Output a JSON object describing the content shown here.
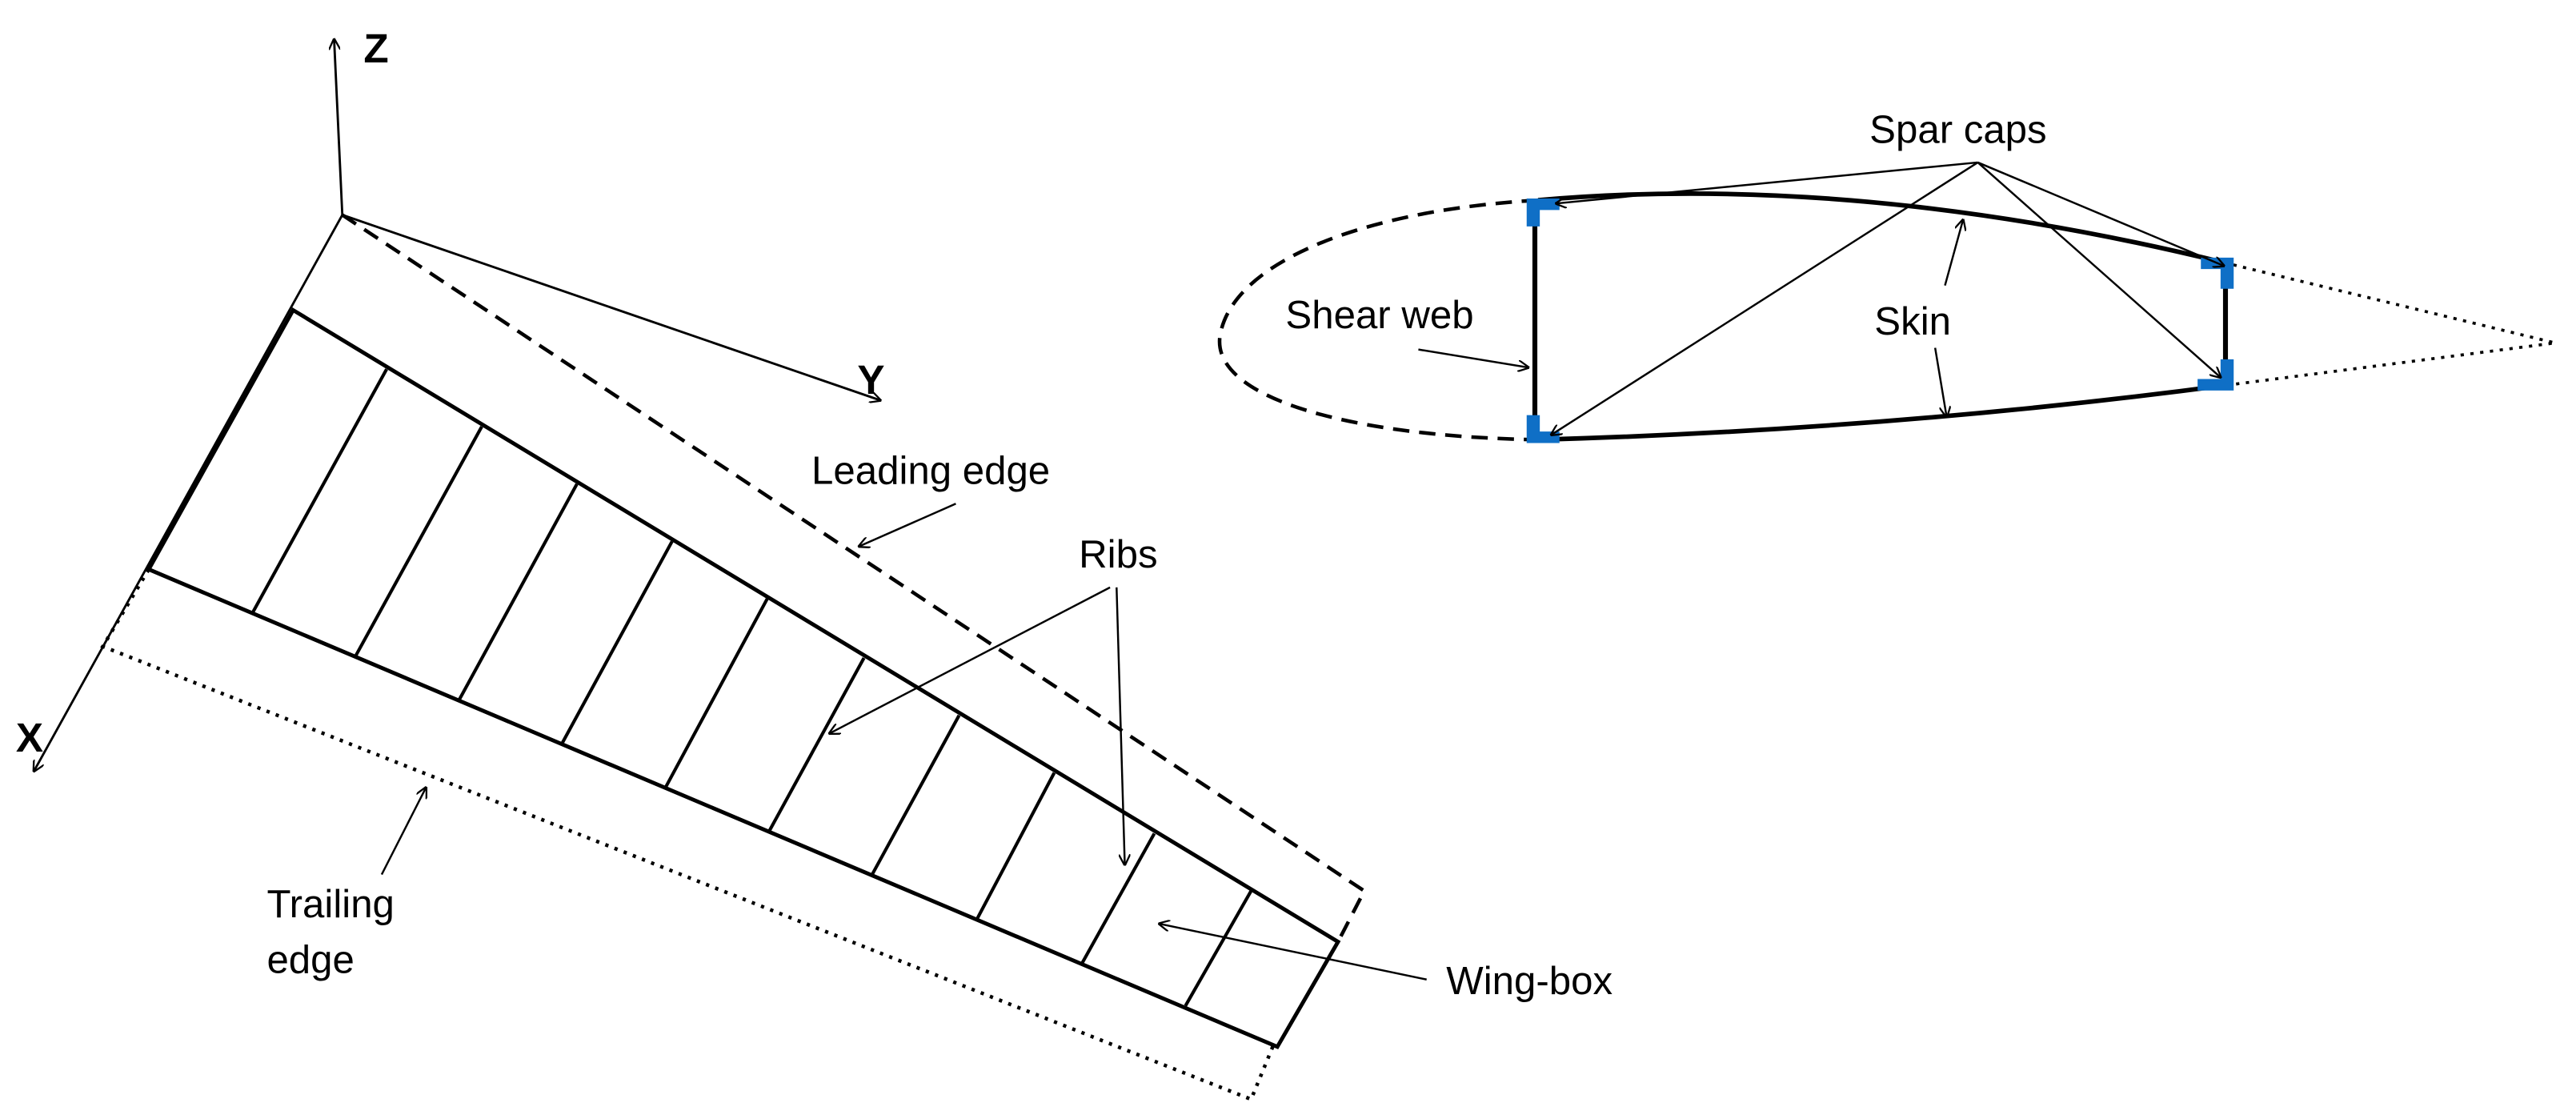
{
  "axes": {
    "x": "X",
    "y": "Y",
    "z": "Z"
  },
  "wing_planform": {
    "labels": {
      "leading_edge": "Leading edge",
      "ribs": "Ribs",
      "trailing_edge_line1": "Trailing",
      "trailing_edge_line2": "edge",
      "wing_box": "Wing-box"
    }
  },
  "cross_section": {
    "labels": {
      "spar_caps": "Spar caps",
      "shear_web": "Shear web",
      "skin": "Skin"
    },
    "colors": {
      "spar_cap": "#0f6fc6"
    }
  }
}
